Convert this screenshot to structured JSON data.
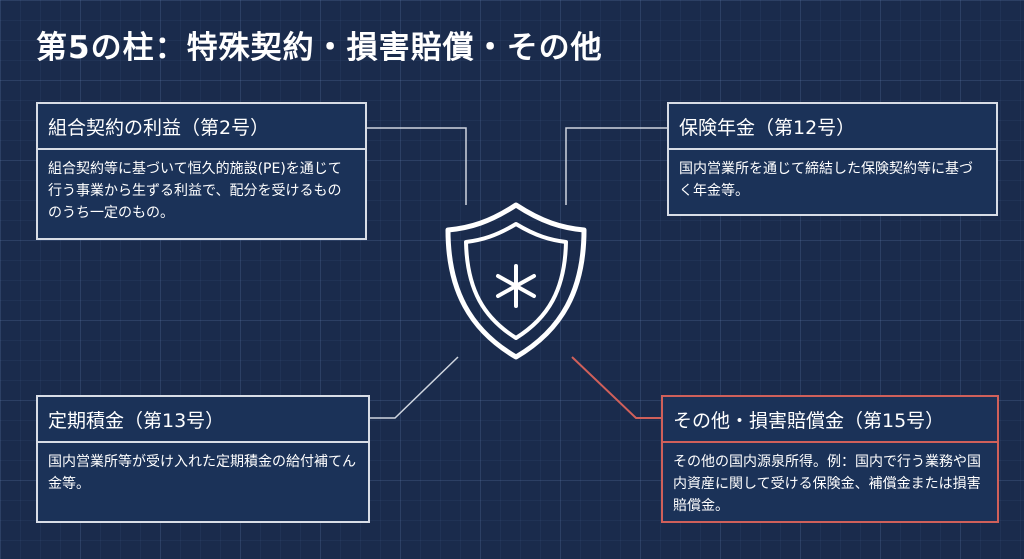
{
  "title": "第5の柱：特殊契約・損害賠償・その他",
  "boxes": [
    {
      "title": "組合契約の利益（第2号）",
      "body": "組合契約等に基づいて恒久的施設(PE)を通じて行う事業から生ずる利益で、配分を受けるもののうち一定のもの。"
    },
    {
      "title": "保険年金（第12号）",
      "body": "国内営業所を通じて締結した保険契約等に基づく年金等。"
    },
    {
      "title": "定期積金（第13号）",
      "body": "国内営業所等が受け入れた定期積金の給付補てん金等。"
    },
    {
      "title": "その他・損害賠償金（第15号）",
      "body": "その他の国内源泉所得。例：国内で行う業務や国内資産に関して受ける保険金、補償金または損害賠償金。"
    }
  ],
  "colors": {
    "accent": "#d0605a",
    "background": "#1a2b4c",
    "box": "#1b3258"
  }
}
